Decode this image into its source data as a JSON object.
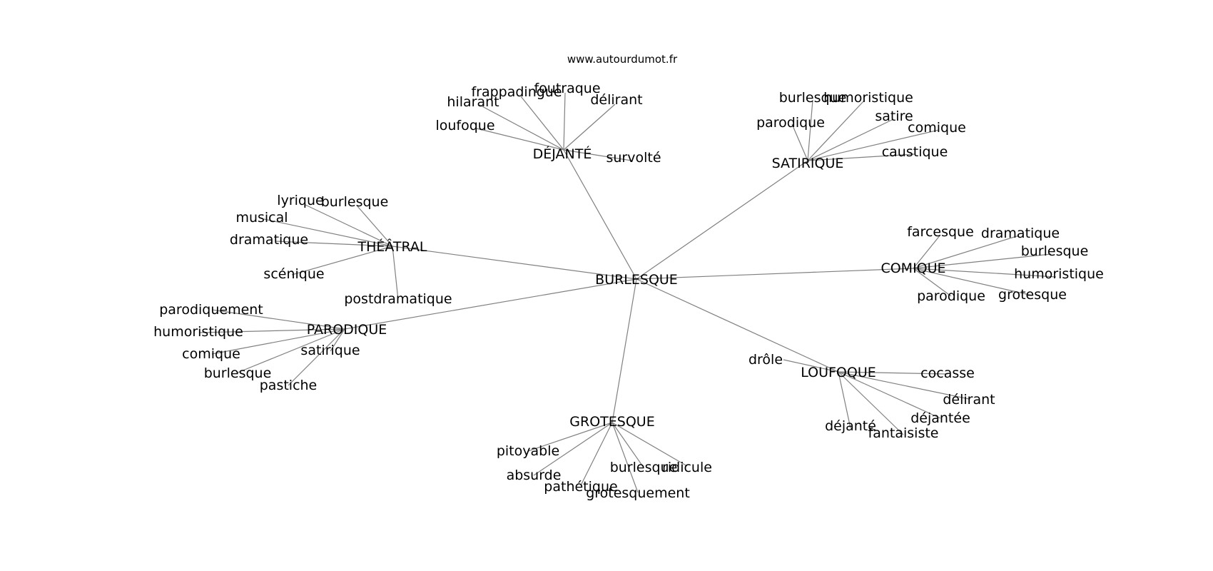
{
  "source": "www.autourdumot.fr",
  "colors": {
    "edge": "#808080",
    "text": "#000000",
    "background": "#ffffff"
  },
  "root": "BURLESQUE",
  "clusters": [
    {
      "hub": "DÉJANTÉ",
      "leaves": [
        "frappadingue",
        "foutraque",
        "hilarant",
        "délirant",
        "loufoque",
        "survolté"
      ]
    },
    {
      "hub": "SATIRIQUE",
      "leaves": [
        "burlesque",
        "humoristique",
        "satire",
        "parodique",
        "comique",
        "caustique"
      ]
    },
    {
      "hub": "THÉÂTRAL",
      "leaves": [
        "lyrique",
        "burlesque",
        "musical",
        "dramatique",
        "scénique",
        "postdramatique"
      ]
    },
    {
      "hub": "COMIQUE",
      "leaves": [
        "farcesque",
        "dramatique",
        "burlesque",
        "humoristique",
        "parodique",
        "grotesque"
      ]
    },
    {
      "hub": "PARODIQUE",
      "leaves": [
        "parodiquement",
        "humoristique",
        "comique",
        "satirique",
        "burlesque",
        "pastiche"
      ]
    },
    {
      "hub": "LOUFOQUE",
      "leaves": [
        "drôle",
        "cocasse",
        "délirant",
        "déjantée",
        "déjanté",
        "fantaisiste"
      ]
    },
    {
      "hub": "GROTESQUE",
      "leaves": [
        "pitoyable",
        "absurde",
        "burlesque",
        "ridicule",
        "pathétique",
        "grotesquement"
      ]
    }
  ]
}
